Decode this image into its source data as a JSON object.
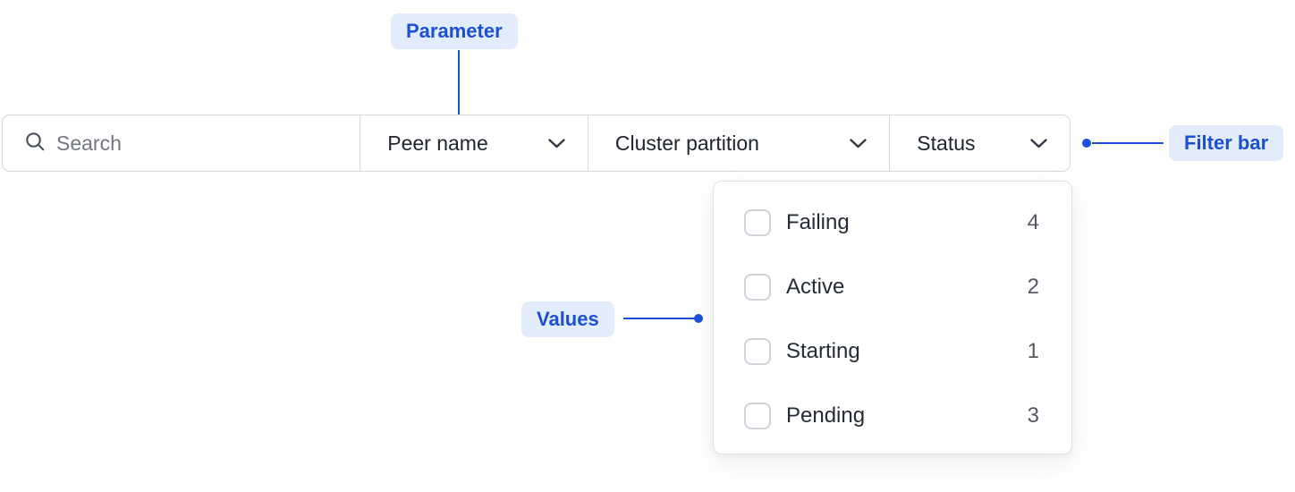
{
  "annotations": {
    "parameter": {
      "label": "Parameter"
    },
    "filter_bar": {
      "label": "Filter bar"
    },
    "values": {
      "label": "Values"
    }
  },
  "filter_bar": {
    "search": {
      "placeholder": "Search"
    },
    "filters": [
      {
        "label": "Peer name"
      },
      {
        "label": "Cluster partition"
      },
      {
        "label": "Status"
      }
    ]
  },
  "dropdown": {
    "options": [
      {
        "label": "Failing",
        "count": "4",
        "checked": false
      },
      {
        "label": "Active",
        "count": "2",
        "checked": false
      },
      {
        "label": "Starting",
        "count": "1",
        "checked": false
      },
      {
        "label": "Pending",
        "count": "3",
        "checked": false
      }
    ]
  },
  "colors": {
    "accent_blue": "#1A4FD6",
    "annotation_bg": "#E3ECFB",
    "bar_border": "#D5D7DA",
    "text_dark": "#252B37",
    "text_gray": "#717680",
    "count_gray": "#535862"
  }
}
